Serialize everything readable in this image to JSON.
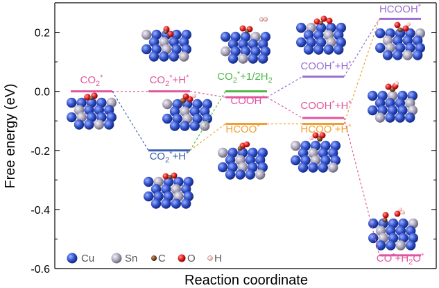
{
  "chart_data": {
    "type": "line",
    "xlabel": "Reaction coordinate",
    "ylabel": "Free energy (eV)",
    "ylim": [
      -0.6,
      0.3
    ],
    "y_ticks": [
      "-0.6",
      "-0.4",
      "-0.2",
      "0.0",
      "0.2"
    ],
    "y_tick_values": [
      -0.6,
      -0.4,
      -0.2,
      0.0,
      0.2
    ],
    "states": [
      {
        "id": "co2",
        "label": "CO2*",
        "x": 0,
        "y": 0.0,
        "color": "#e0569e",
        "label_pos": "above"
      },
      {
        "id": "co2h",
        "label": "CO2*+H*",
        "x": 1,
        "y": 0.0,
        "color": "#e0569e",
        "label_pos": "above"
      },
      {
        "id": "co2h_low",
        "label": "CO2*+H*",
        "x": 1,
        "y": -0.2,
        "color": "#3b5fb0",
        "label_pos": "below"
      },
      {
        "id": "co2_h2",
        "label": "CO2*+1/2H2",
        "x": 2,
        "y": 0.0,
        "color": "#4cb748",
        "label_pos": "above"
      },
      {
        "id": "cooh",
        "label": "COOH*",
        "x": 2,
        "y": -0.02,
        "color": "#e0569e",
        "label_pos": "below"
      },
      {
        "id": "hcoo",
        "label": "HCOO*",
        "x": 2,
        "y": -0.11,
        "color": "#f0a030",
        "label_pos": "below"
      },
      {
        "id": "cooh_h_high",
        "label": "COOH*+H*",
        "x": 3,
        "y": 0.05,
        "color": "#9b6fd1",
        "label_pos": "above"
      },
      {
        "id": "cooh_h",
        "label": "COOH*+H*",
        "x": 3,
        "y": -0.09,
        "color": "#e0569e",
        "label_pos": "above"
      },
      {
        "id": "hcoo_h",
        "label": "HCOO*+H*",
        "x": 3,
        "y": -0.11,
        "color": "#f0a030",
        "label_pos": "below"
      },
      {
        "id": "hcooh",
        "label": "HCOOH*",
        "x": 4,
        "y": 0.245,
        "color": "#9b6fd1",
        "label_pos": "above"
      },
      {
        "id": "co_h2o",
        "label": "CO*+H2O*",
        "x": 4,
        "y": -0.555,
        "color": "#e0569e",
        "label_pos": "below"
      }
    ],
    "connections": [
      {
        "from": "co2",
        "to": "co2h",
        "color": "#e0569e"
      },
      {
        "from": "co2",
        "to": "co2h_low",
        "color": "#3b5fb0"
      },
      {
        "from": "co2h",
        "to": "cooh",
        "color": "#e0569e"
      },
      {
        "from": "co2h_low",
        "to": "co2_h2",
        "color": "#4cb748"
      },
      {
        "from": "co2h_low",
        "to": "hcoo",
        "color": "#f0a030"
      },
      {
        "from": "cooh",
        "to": "cooh_h_high",
        "color": "#9b6fd1"
      },
      {
        "from": "cooh",
        "to": "cooh_h",
        "color": "#e0569e"
      },
      {
        "from": "hcoo",
        "to": "hcoo_h",
        "color": "#f0a030"
      },
      {
        "from": "cooh_h_high",
        "to": "hcooh",
        "color": "#9b6fd1"
      },
      {
        "from": "hcoo_h",
        "to": "hcooh",
        "color": "#f0a030"
      },
      {
        "from": "cooh_h",
        "to": "co_h2o",
        "color": "#e0569e"
      }
    ],
    "legend": [
      {
        "label": "Cu",
        "color": "#3050c0",
        "glyph": "large"
      },
      {
        "label": "Sn",
        "color": "#a8a4b8",
        "glyph": "large"
      },
      {
        "label": "C",
        "color": "#7a4a2a",
        "glyph": "small"
      },
      {
        "label": "O",
        "color": "#e02020",
        "glyph": "medium"
      },
      {
        "label": "H",
        "color": "#f5c0c0",
        "glyph": "small"
      }
    ]
  }
}
